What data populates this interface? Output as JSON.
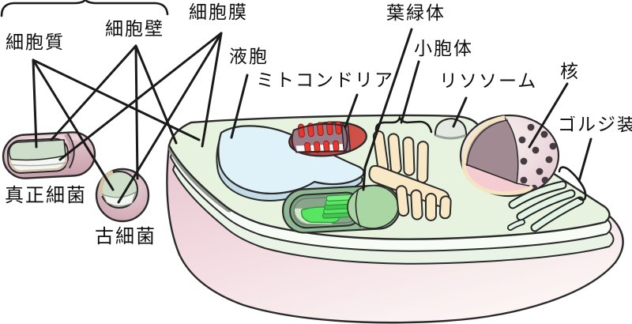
{
  "labels": {
    "cytoplasm": "細胞質",
    "cell_wall": "細胞壁",
    "cell_membrane": "細胞膜",
    "vacuole": "液胞",
    "mitochondrion": "ミトコンドリア",
    "chloroplast": "葉緑体",
    "endoplasmic_reticulum": "小胞体",
    "lysosome": "リソソーム",
    "nucleus": "核",
    "golgi_apparatus": "ゴルジ装",
    "eubacteria": "真正細菌",
    "archaea": "古細菌"
  },
  "colors": {
    "leader_line": "#1a1a1a",
    "cell_top_face": "#e7f3df",
    "cell_side_pink": "#e5c0ca",
    "edge_strip_gray": "#8e988c",
    "vacuole_blue": "#e0f2f9",
    "mitochondrion_red": "#c5473f",
    "mitochondrion_matrix": "#9b7b85",
    "cristae_red": "#e23a30",
    "chloroplast_green": "#8fb992",
    "grana_green": "#57e562",
    "er_cream": "#f9e8c5",
    "lysosome_gray": "#e4eae2",
    "nucleus_surface": "#e8d2d8",
    "nucleus_interior": "#a28a92",
    "nucleus_floor": "#f5ccd1",
    "nuclear_envelope_cream": "#f4e4c2",
    "golgi_pale_green": "#e2f4e4",
    "bacteria_wall_pink": "#d9b3ba",
    "bacteria_interior_green": "#cfdecb"
  }
}
